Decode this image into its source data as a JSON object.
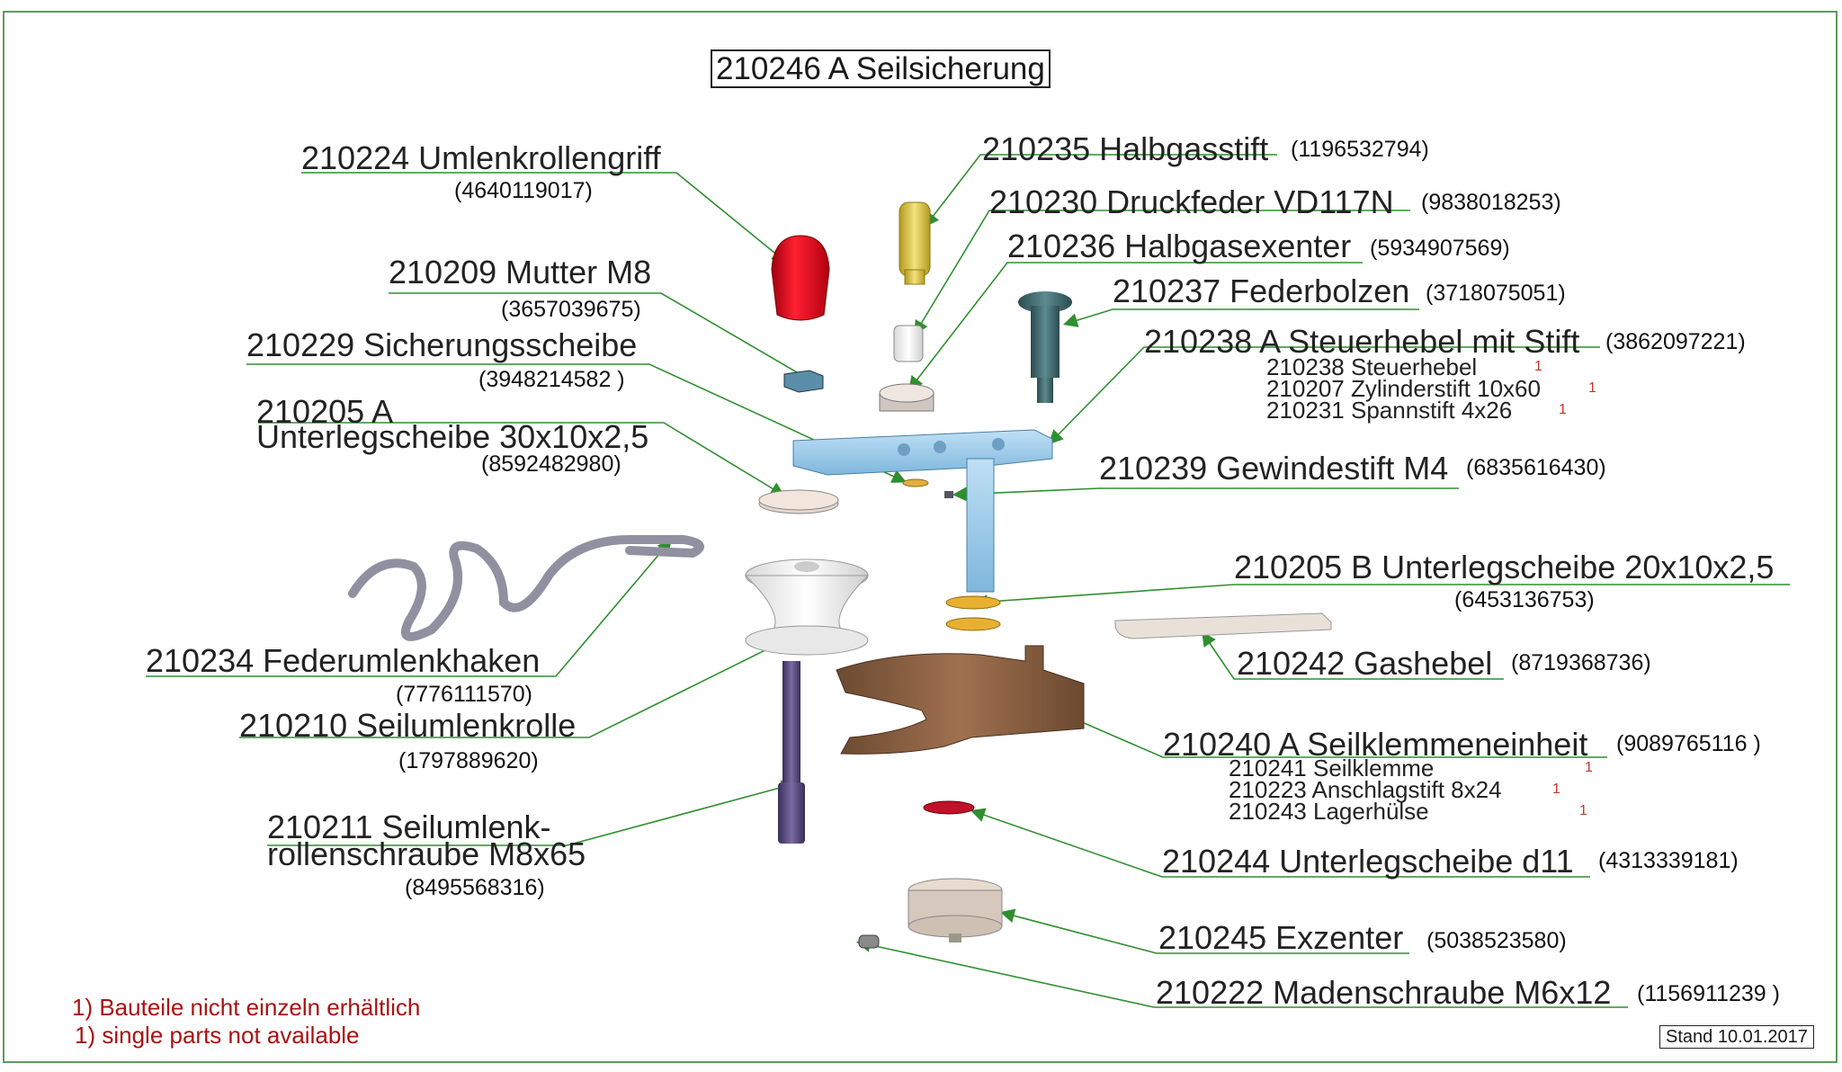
{
  "title": "210246 A Seilsicherung",
  "parts": {
    "p210224": {
      "label": "210224 Umlenkrollengriff",
      "code": "(4640119017)"
    },
    "p210235": {
      "label": "210235 Halbgasstift",
      "code": "(1196532794)"
    },
    "p210230": {
      "label": "210230 Druckfeder VD117N",
      "code": "(9838018253)"
    },
    "p210209": {
      "label": "210209 Mutter M8",
      "code": "(3657039675)"
    },
    "p210236": {
      "label": "210236 Halbgasexenter",
      "code": "(5934907569)"
    },
    "p210237": {
      "label": "210237 Federbolzen",
      "code": "(3718075051)"
    },
    "p210229": {
      "label": "210229 Sicherungsscheibe",
      "code": "(3948214582 )"
    },
    "p210238": {
      "label": "210238 A Steuerhebel mit Stift",
      "code": "(3862097221)",
      "sub": [
        {
          "name": "210238 Steuerhebel",
          "qty": "1"
        },
        {
          "name": "210207 Zylinderstift 10x60",
          "qty": "1"
        },
        {
          "name": "210231 Spannstift 4x26",
          "qty": "1"
        }
      ]
    },
    "p210205a": {
      "label_line1": "210205 A",
      "label_line2": "Unterlegscheibe 30x10x2,5",
      "code": "(8592482980)"
    },
    "p210239": {
      "label": "210239 Gewindestift M4",
      "code": "(6835616430)"
    },
    "p210205b": {
      "label": "210205 B Unterlegscheibe 20x10x2,5",
      "code": "(6453136753)"
    },
    "p210234": {
      "label": "210234 Federumlenkhaken",
      "code": "(7776111570)"
    },
    "p210242": {
      "label": "210242 Gashebel",
      "code": "(8719368736)"
    },
    "p210210": {
      "label": "210210 Seilumlenkrolle",
      "code": "(1797889620)"
    },
    "p210240": {
      "label": "210240 A Seilklemmeneinheit",
      "code": "(9089765116 )",
      "sub": [
        {
          "name": "210241 Seilklemme",
          "qty": "1"
        },
        {
          "name": "210223 Anschlagstift 8x24",
          "qty": "1"
        },
        {
          "name": "210243 Lagerhülse",
          "qty": "1"
        }
      ]
    },
    "p210211": {
      "label_line1": "210211 Seilumlenk-",
      "label_line2": "rollenschraube M8x65",
      "code": "(8495568316)"
    },
    "p210244": {
      "label": "210244 Unterlegscheibe d11",
      "code": "(4313339181)"
    },
    "p210245": {
      "label": "210245 Exzenter",
      "code": "(5038523580)"
    },
    "p210222": {
      "label": "210222 Madenschraube M6x12",
      "code": "(1156911239 )"
    }
  },
  "notes": {
    "de": "1) Bauteile nicht einzeln erhältlich",
    "en": "1) single parts not available"
  },
  "stand": "Stand 10.01.2017",
  "colors": {
    "leader": "#2f8f2f",
    "frame": "#5f9a5f",
    "note": "#a11111"
  }
}
